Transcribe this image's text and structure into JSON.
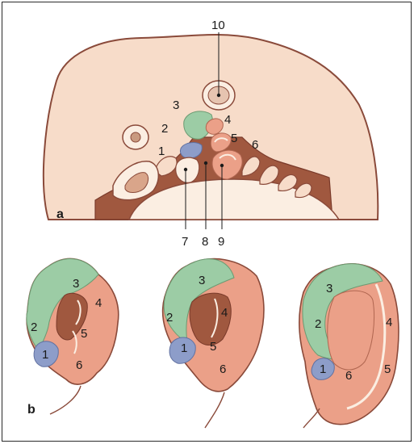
{
  "figure": {
    "panel_a_label": "a",
    "panel_b_label": "b",
    "panel_a": {
      "structure_labels": [
        "1",
        "2",
        "3",
        "4",
        "5",
        "6",
        "7",
        "8",
        "9",
        "10"
      ]
    },
    "panel_b": {
      "stage1_labels": [
        "1",
        "2",
        "3",
        "4",
        "5",
        "6"
      ],
      "stage2_labels": [
        "1",
        "2",
        "3",
        "4",
        "5",
        "6"
      ],
      "stage3_labels": [
        "1",
        "2",
        "3",
        "4",
        "5",
        "6"
      ]
    },
    "colors": {
      "skin": "#f7dcc9",
      "outline": "#8a4a3a",
      "dark_groove": "#a0583f",
      "green_hillock": "#9ccca5",
      "blue_hillock": "#8d9dc9",
      "salmon_hillock": "#eba088",
      "light_cream": "#fbeee2"
    }
  }
}
